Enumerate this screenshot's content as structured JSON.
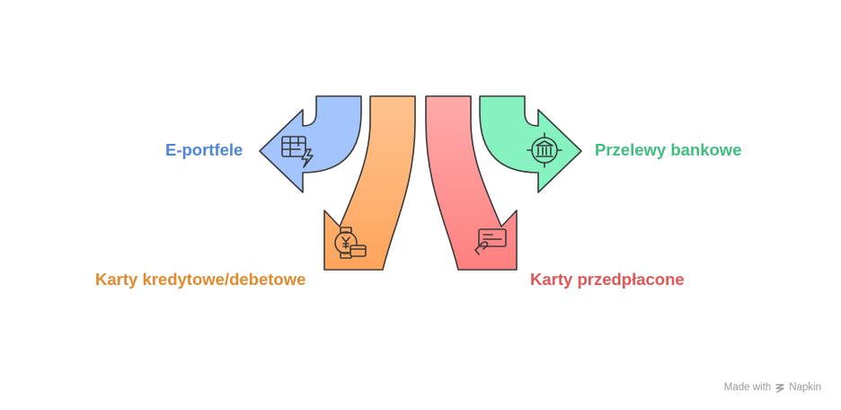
{
  "items": [
    {
      "label": "E-portfele",
      "color": "#4f86d6",
      "fill": "#a3c4fc",
      "icon": "wallet-lightning-icon"
    },
    {
      "label": "Karty kredytowe/debetowe",
      "color": "#e08a2e",
      "fill": "#ffb87a",
      "icon": "watch-card-icon"
    },
    {
      "label": "Karty przedpłacone",
      "color": "#e05757",
      "fill": "#ff9a9a",
      "icon": "prepaid-card-icon"
    },
    {
      "label": "Przelewy bankowe",
      "color": "#3fbf7f",
      "fill": "#86f2c0",
      "icon": "bank-target-icon"
    }
  ],
  "watermark": {
    "prefix": "Made with",
    "brand": "Napkin",
    "icon": "napkin-logo-icon"
  }
}
